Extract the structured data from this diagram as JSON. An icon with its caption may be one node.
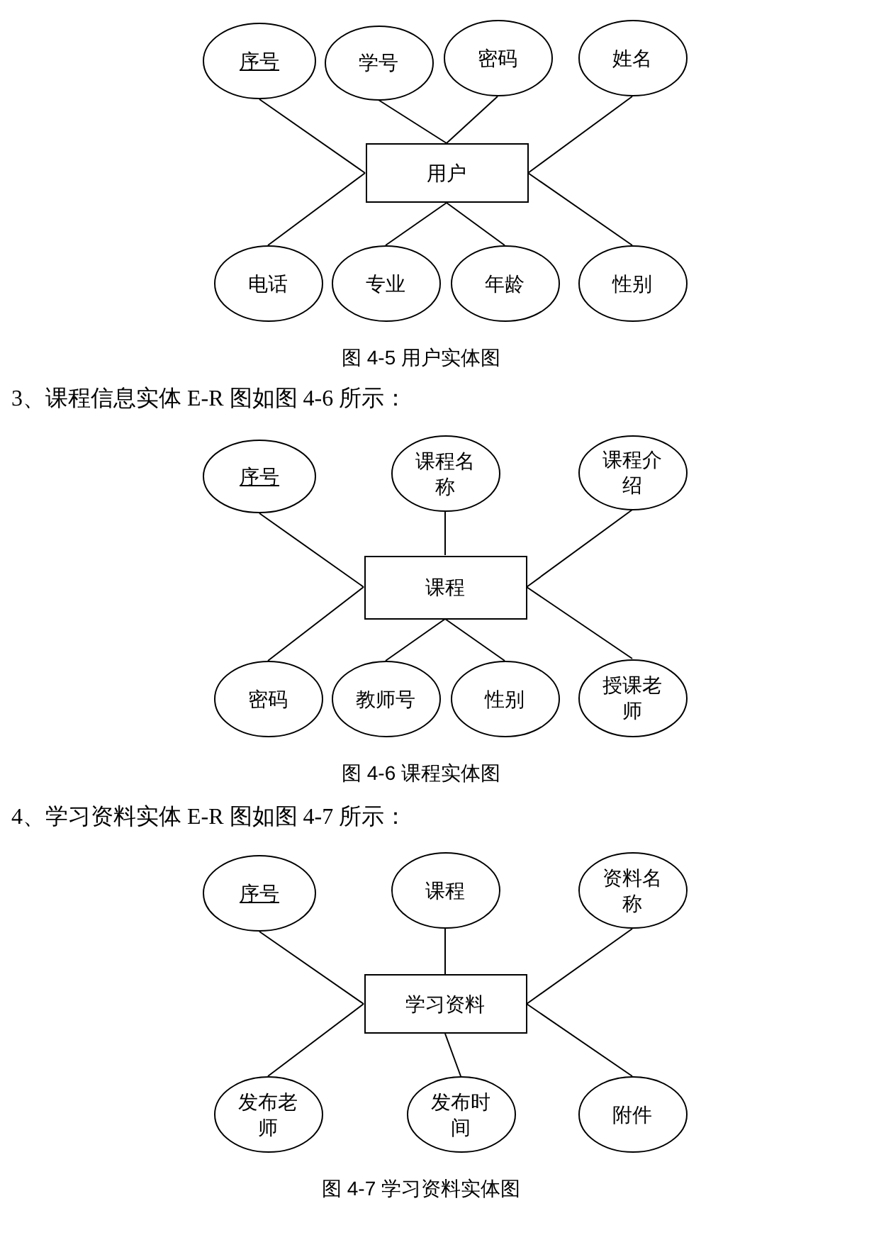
{
  "diagram": {
    "nodes": [
      {
        "text": [
          "序号"
        ]
      },
      {
        "text": [
          "学号"
        ]
      },
      {
        "text": [
          "密码"
        ]
      },
      {
        "text": [
          "姓名"
        ]
      },
      {
        "text": [
          "用户"
        ]
      },
      {
        "text": [
          "电话"
        ]
      },
      {
        "text": [
          "专业"
        ]
      },
      {
        "text": [
          "年龄"
        ]
      },
      {
        "text": [
          "性别"
        ]
      },
      {
        "text": [
          "序号"
        ]
      },
      {
        "text": [
          "课程名称"
        ]
      },
      {
        "text": [
          "课程介绍"
        ]
      },
      {
        "text": [
          "课程"
        ]
      },
      {
        "text": [
          "密码"
        ]
      },
      {
        "text": [
          "教师号"
        ]
      },
      {
        "text": [
          "性别"
        ]
      },
      {
        "text": [
          "授课老师"
        ]
      },
      {
        "text": [
          "序号"
        ]
      },
      {
        "text": [
          "课程"
        ]
      },
      {
        "text": [
          "资料名称"
        ]
      },
      {
        "text": [
          "学习资料"
        ]
      },
      {
        "text": [
          "发布老师"
        ]
      },
      {
        "text": [
          "发布时间"
        ]
      },
      {
        "text": [
          "附件"
        ]
      }
    ],
    "edges": [
      {
        "from": 0,
        "to": 4,
        "arrow": "none"
      },
      {
        "from": 1,
        "to": 4,
        "arrow": "none"
      },
      {
        "from": 2,
        "to": 4,
        "arrow": "none"
      },
      {
        "from": 3,
        "to": 4,
        "arrow": "none"
      },
      {
        "from": 5,
        "to": 4,
        "arrow": "none"
      },
      {
        "from": 6,
        "to": 4,
        "arrow": "none"
      },
      {
        "from": 7,
        "to": 4,
        "arrow": "none"
      },
      {
        "from": 8,
        "to": 4,
        "arrow": "none"
      },
      {
        "from": 9,
        "to": 12,
        "arrow": "none"
      },
      {
        "from": 10,
        "to": 12,
        "arrow": "none"
      },
      {
        "from": 11,
        "to": 12,
        "arrow": "none"
      },
      {
        "from": 13,
        "to": 12,
        "arrow": "none"
      },
      {
        "from": 14,
        "to": 12,
        "arrow": "none"
      },
      {
        "from": 15,
        "to": 12,
        "arrow": "none"
      },
      {
        "from": 16,
        "to": 12,
        "arrow": "none"
      },
      {
        "from": 17,
        "to": 20,
        "arrow": "none"
      },
      {
        "from": 18,
        "to": 20,
        "arrow": "none"
      },
      {
        "from": 19,
        "to": 20,
        "arrow": "none"
      },
      {
        "from": 21,
        "to": 20,
        "arrow": "none"
      },
      {
        "from": 22,
        "to": 20,
        "arrow": "none"
      },
      {
        "from": 23,
        "to": 20,
        "arrow": "none"
      }
    ],
    "labels": [
      "图 4-5 用户实体图",
      "3、课程信息实体 E-R 图如图 4-6 所示：",
      "图 4-6 课程实体图",
      "4、学习资料实体 E-R 图如图 4-7 所示：",
      "图 4-7 学习资料实体图"
    ]
  }
}
